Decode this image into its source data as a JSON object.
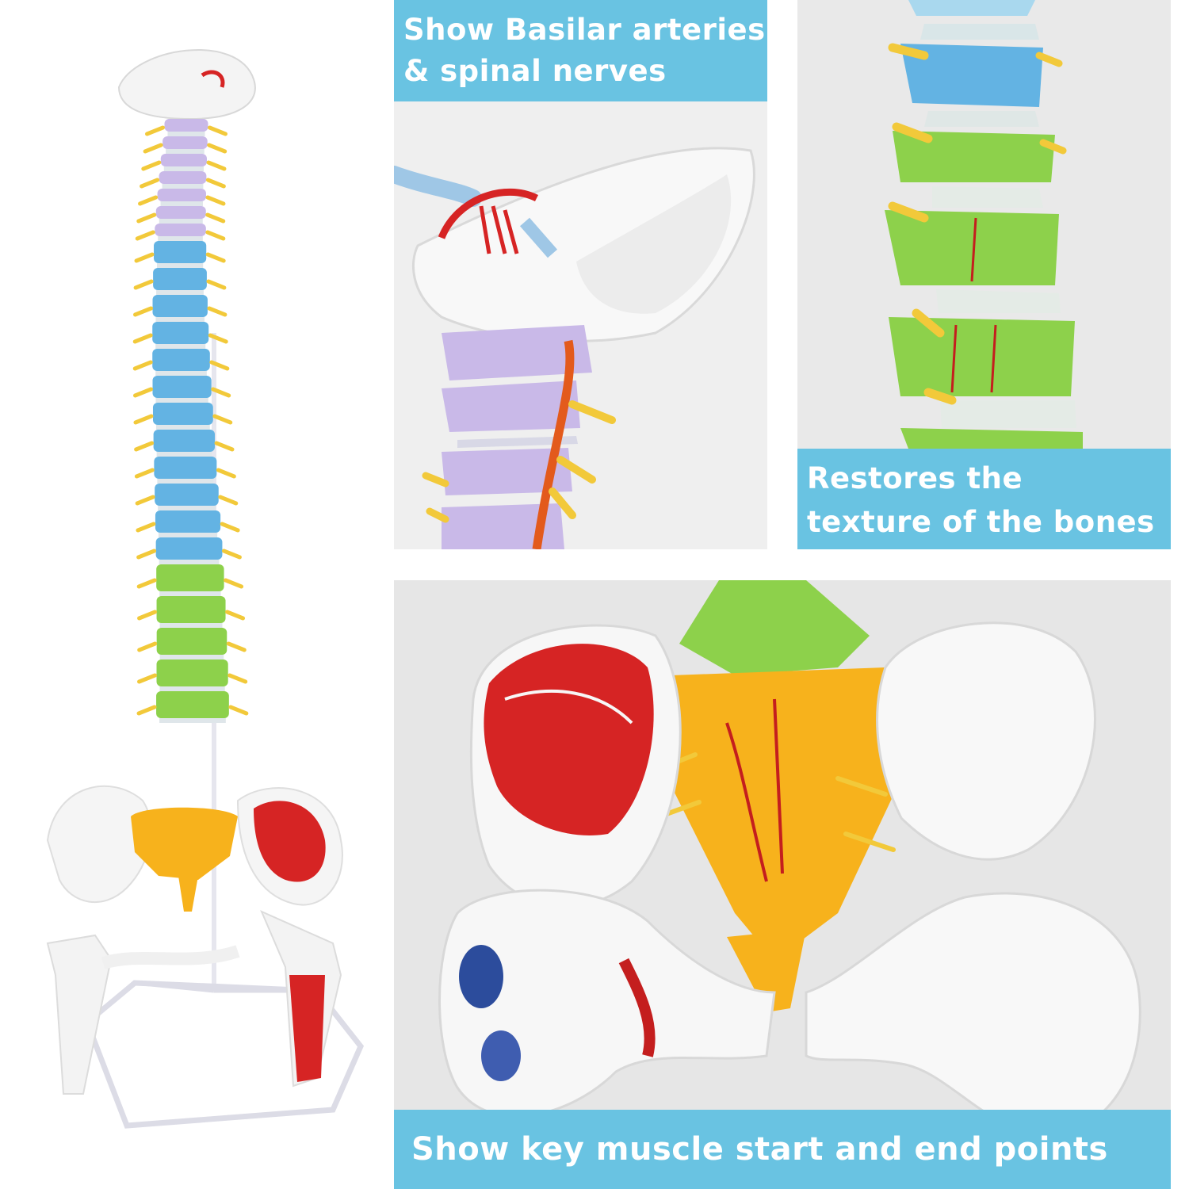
{
  "captions": {
    "arteries": {
      "line1": "Show Basilar arteries",
      "line2": "& spinal nerves"
    },
    "texture": {
      "line1": "Restores the",
      "line2": "texture of the bones"
    },
    "muscle": "Show key muscle start and end points"
  },
  "colors": {
    "caption_bg": "#69c3e2",
    "cervical": "#c9b9e8",
    "thoracic": "#63b3e3",
    "lumbar": "#8dd14b",
    "sacrum": "#f7b21c",
    "muscle_red": "#d62424",
    "nerve_yellow": "#f2c93a"
  }
}
